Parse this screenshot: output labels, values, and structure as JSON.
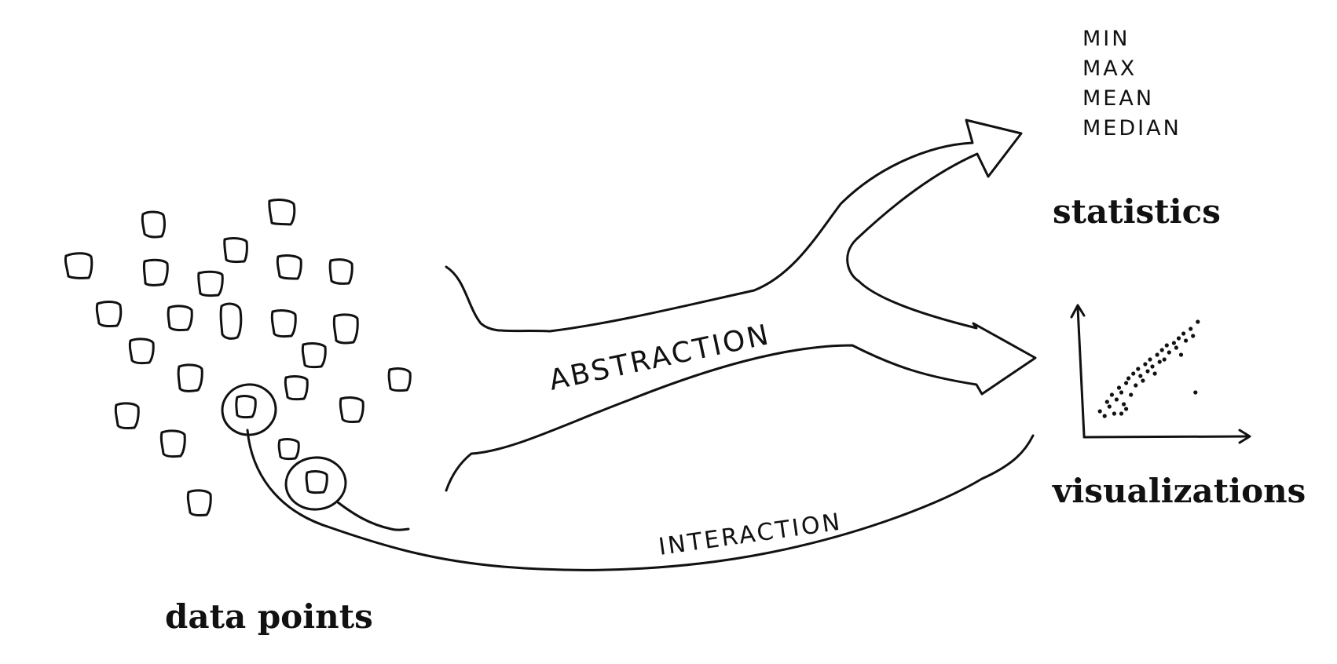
{
  "labels": {
    "data_points": "data points",
    "statistics": "statistics",
    "visualizations": "visualizations"
  },
  "flows": {
    "abstraction": "ABSTRACTION",
    "interaction": "INTERACTION"
  },
  "stats_list": [
    "MIN",
    "MAX",
    "MEAN",
    "MEDIAN"
  ],
  "colors": {
    "ink": "#111111",
    "background": "#ffffff"
  },
  "chart_data": {
    "type": "scatter",
    "title": "",
    "xlabel": "",
    "ylabel": "",
    "xlim": [
      0,
      100
    ],
    "ylim": [
      0,
      100
    ],
    "grid": false,
    "axes": "x and y arrows",
    "points": [
      [
        8,
        14
      ],
      [
        12,
        10
      ],
      [
        14,
        22
      ],
      [
        16,
        18
      ],
      [
        18,
        28
      ],
      [
        20,
        12
      ],
      [
        22,
        24
      ],
      [
        24,
        34
      ],
      [
        26,
        30
      ],
      [
        28,
        20
      ],
      [
        30,
        38
      ],
      [
        32,
        42
      ],
      [
        34,
        28
      ],
      [
        36,
        46
      ],
      [
        38,
        36
      ],
      [
        40,
        50
      ],
      [
        42,
        44
      ],
      [
        44,
        40
      ],
      [
        46,
        54
      ],
      [
        48,
        48
      ],
      [
        50,
        58
      ],
      [
        52,
        52
      ],
      [
        54,
        46
      ],
      [
        56,
        62
      ],
      [
        58,
        56
      ],
      [
        60,
        66
      ],
      [
        62,
        58
      ],
      [
        64,
        70
      ],
      [
        66,
        64
      ],
      [
        70,
        72
      ],
      [
        72,
        68
      ],
      [
        74,
        76
      ],
      [
        76,
        62
      ],
      [
        78,
        80
      ],
      [
        80,
        74
      ],
      [
        84,
        84
      ],
      [
        86,
        78
      ],
      [
        90,
        90
      ],
      [
        88,
        30
      ],
      [
        30,
        16
      ],
      [
        26,
        12
      ]
    ]
  }
}
